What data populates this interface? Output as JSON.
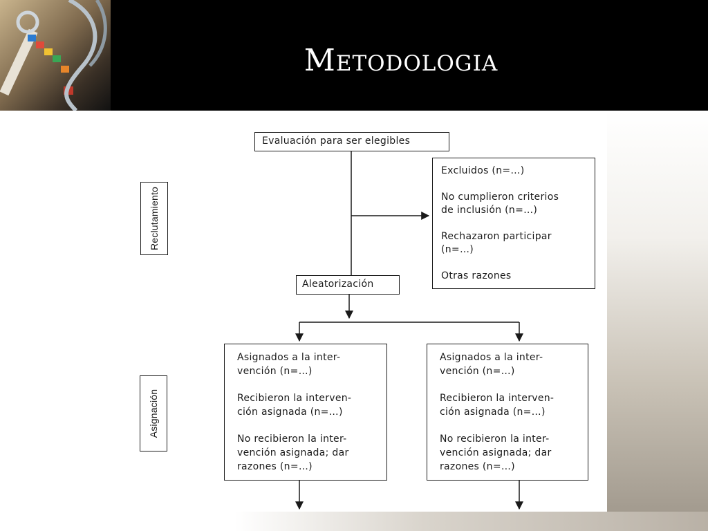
{
  "slide": {
    "title": "Metodologia"
  },
  "diagram": {
    "side_labels": {
      "reclutamiento": "Reclutamiento",
      "asignacion": "Asignación"
    },
    "evaluation": "Evaluación para ser elegibles",
    "excluded": {
      "heading": "Excluidos (n=…)",
      "criteria": "No cumplieron criterios\nde inclusión (n=…)",
      "declined": "Rechazaron participar\n(n=…)",
      "other": "Otras razones"
    },
    "randomization": "Aleatorización",
    "allocation_left": {
      "assigned": "Asignados a la inter-\nvención (n=…)",
      "received": "Recibieron la interven-\nción asignada (n=…)",
      "not_received": "No recibieron la inter-\nvención asignada; dar\nrazones (n=…)"
    },
    "allocation_right": {
      "assigned": "Asignados a la inter-\nvención (n=…)",
      "received": "Recibieron la interven-\nción asignada (n=…)",
      "not_received": "No recibieron la inter-\nvención asignada; dar\nrazones (n=…)"
    }
  }
}
